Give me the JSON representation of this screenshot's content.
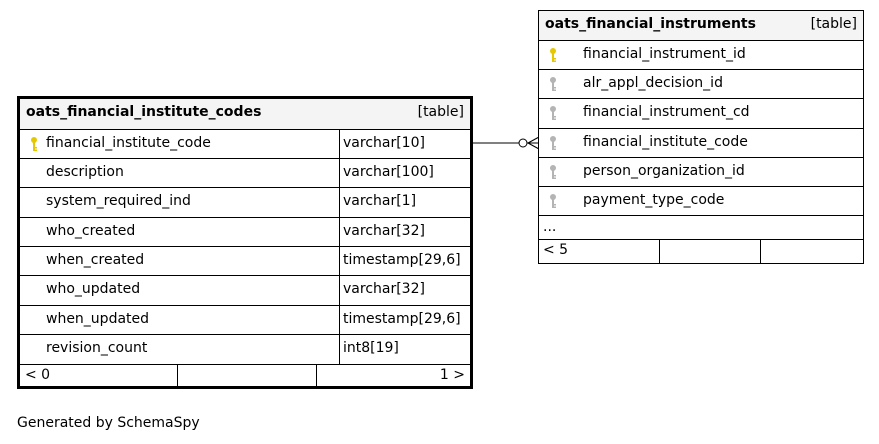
{
  "left_table": {
    "name": "oats_financial_institute_codes",
    "kind": "[table]",
    "columns": [
      {
        "name": "financial_institute_code",
        "type": "varchar[10]",
        "key": "primary"
      },
      {
        "name": "description",
        "type": "varchar[100]",
        "key": "none"
      },
      {
        "name": "system_required_ind",
        "type": "varchar[1]",
        "key": "none"
      },
      {
        "name": "who_created",
        "type": "varchar[32]",
        "key": "none"
      },
      {
        "name": "when_created",
        "type": "timestamp[29,6]",
        "key": "none"
      },
      {
        "name": "who_updated",
        "type": "varchar[32]",
        "key": "none"
      },
      {
        "name": "when_updated",
        "type": "timestamp[29,6]",
        "key": "none"
      },
      {
        "name": "revision_count",
        "type": "int8[19]",
        "key": "none"
      }
    ],
    "footer": {
      "left": "< 0",
      "middle": "",
      "right": "1 >"
    }
  },
  "right_table": {
    "name": "oats_financial_instruments",
    "kind": "[table]",
    "columns": [
      {
        "name": "financial_instrument_id",
        "key": "primary"
      },
      {
        "name": "alr_appl_decision_id",
        "key": "foreign"
      },
      {
        "name": "financial_instrument_cd",
        "key": "foreign"
      },
      {
        "name": "financial_institute_code",
        "key": "foreign"
      },
      {
        "name": "person_organization_id",
        "key": "foreign"
      },
      {
        "name": "payment_type_code",
        "key": "foreign"
      }
    ],
    "ellipsis": "...",
    "footer": {
      "left": "< 5",
      "middle": "",
      "right": ""
    }
  },
  "relationship": {
    "from": "oats_financial_institute_codes.financial_institute_code",
    "to": "oats_financial_instruments.financial_institute_code",
    "cardinality": "zero-or-many"
  },
  "credit": "Generated by SchemaSpy",
  "colors": {
    "primary_key": "#e6c800",
    "foreign_key": "#b4b4b4",
    "header_bg": "#f4f4f4",
    "line": "#000000"
  }
}
